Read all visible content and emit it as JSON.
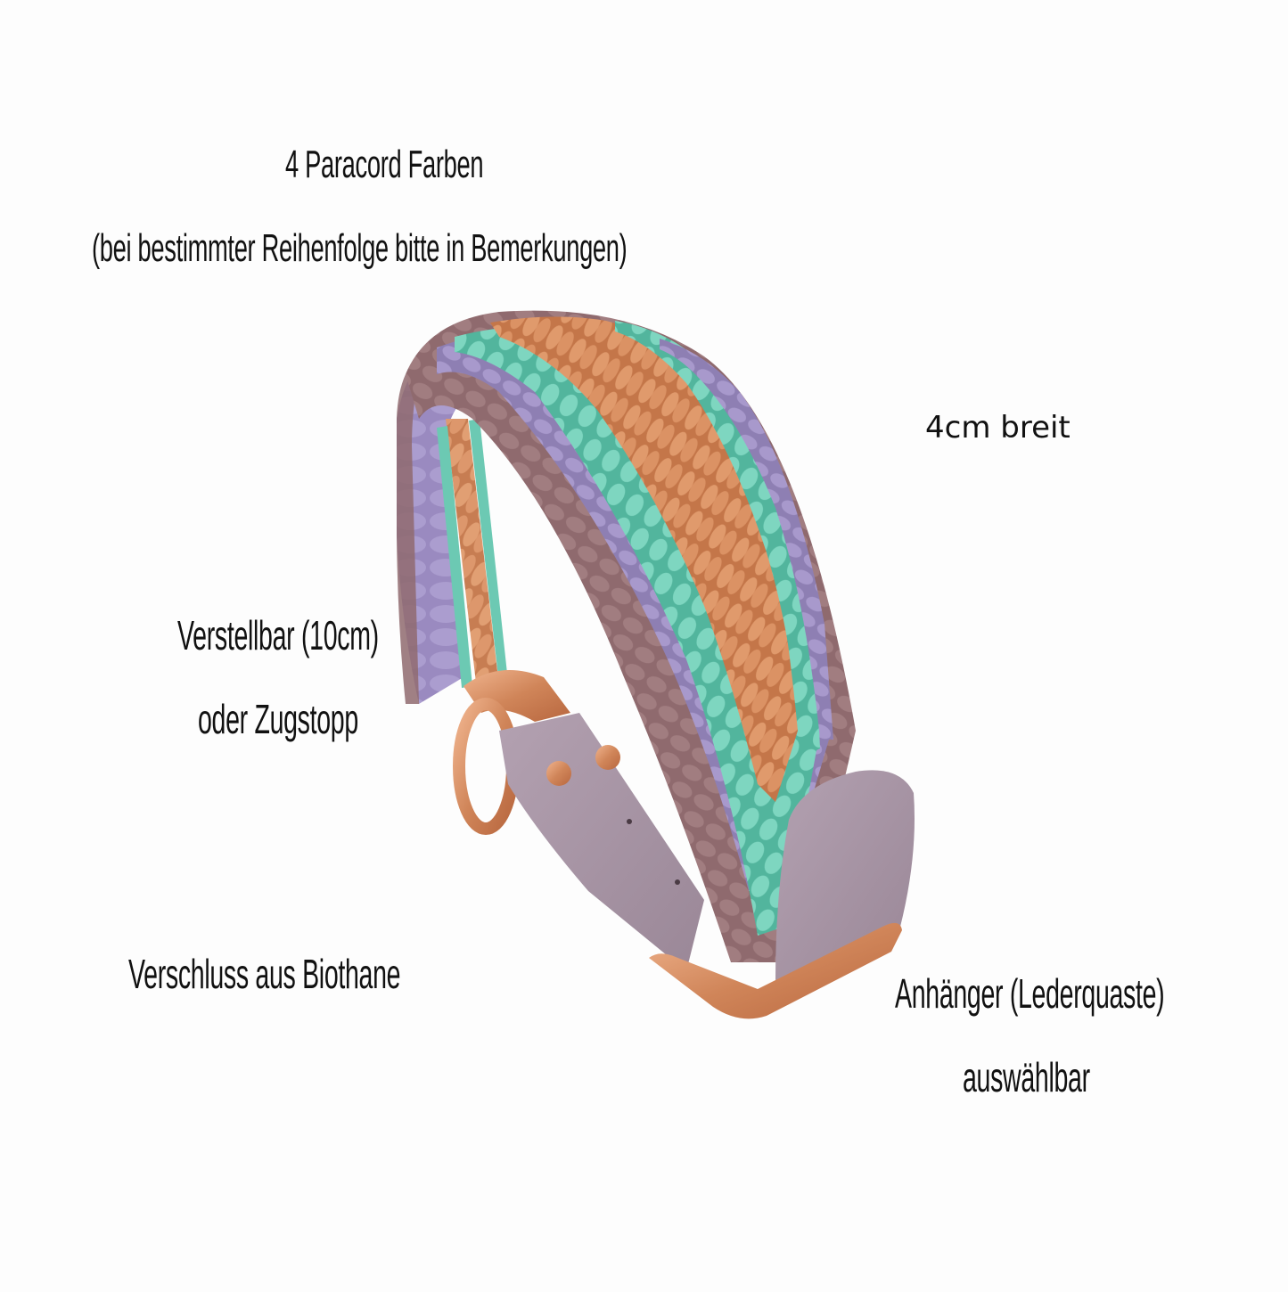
{
  "labels": {
    "colors_title": "4 Paracord Farben",
    "colors_note": "(bei bestimmter Reihenfolge bitte in Bemerkungen)",
    "width": "4cm breit",
    "adjustable": "Verstellbar (10cm)",
    "stop": "oder Zugstopp",
    "closure": "Verschluss aus Biothane",
    "charm": "Anhänger (Lederquaste)",
    "charm_note": "auswählbar"
  },
  "product": {
    "type": "paracord-dog-collar",
    "cord_colors": {
      "mauve": "#8f6a6e",
      "lavender": "#9e8fc0",
      "mint": "#6cc9b3",
      "copper": "#d68a5e"
    },
    "biothane_color": "#a28f9f",
    "hardware_color": "#d9906a"
  },
  "background": "#fdfdfd"
}
